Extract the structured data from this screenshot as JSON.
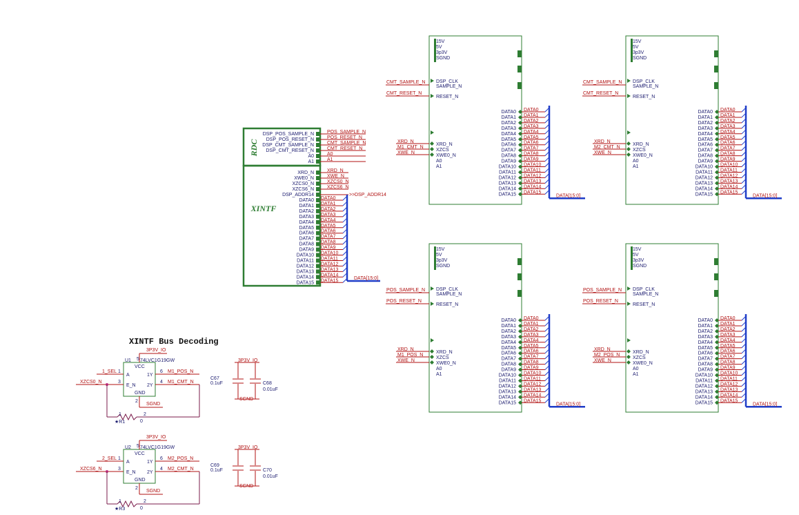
{
  "colors": {
    "wire": "#b01010",
    "bus": "#1e3cc8",
    "component": "#2e7d32",
    "text": "#1a1a6e"
  },
  "module_power_pins": [
    "15V",
    "5V",
    "3p3V",
    "SGND"
  ],
  "module_ctrl_pins": [
    "DSP_CLK",
    "SAMPLE_N",
    "RESET_N"
  ],
  "module_bus_pins": [
    "XRD_N",
    "XZCS",
    "XWE0_N",
    "A0",
    "A1"
  ],
  "data_pins": [
    "DATA0",
    "DATA1",
    "DATA2",
    "DATA3",
    "DATA4",
    "DATA5",
    "DATA6",
    "DATA7",
    "DATA8",
    "DATA9",
    "DATA10",
    "DATA11",
    "DATA12",
    "DATA13",
    "DATA14",
    "DATA15"
  ],
  "bus_label": "DATA[15:0]",
  "modules": [
    {
      "sample": "CMT_SAMPLE_N",
      "reset": "CMT_RESET_N",
      "xrd": "XRD_N",
      "cs": "M1_CMT_N",
      "xwe": "XWE_N"
    },
    {
      "sample": "CMT_SAMPLE_N",
      "reset": "CMT_RESET_N",
      "xrd": "XRD_N",
      "cs": "M2_CMT_N",
      "xwe": "XWE_N"
    },
    {
      "sample": "POS_SAMPLE_N",
      "reset": "POS_RESET_N",
      "xrd": "XRD_N",
      "cs": "M1_POS_N",
      "xwe": "XWE_N"
    },
    {
      "sample": "POS_SAMPLE_N",
      "reset": "POS_RESET_N",
      "xrd": "XRD_N",
      "cs": "M2_POS_N",
      "xwe": "XWE_N"
    }
  ],
  "dsp": {
    "rdc_label": "RDC",
    "xintf_label": "XINTF",
    "rdc_pins": [
      "DSP_POS_SAMPLE_N",
      "DSP_POS_RESET_N",
      "DSP_CMT_SAMPLE_N",
      "DSP_CMT_RESET_N",
      "A0",
      "A1"
    ],
    "rdc_nets": [
      "POS_SAMPLE_N",
      "POS_RESET_N",
      "CMT_SAMPLE_N",
      "CMT_RESET_N",
      "A0",
      "A1"
    ],
    "xintf_pins": [
      "XRD_N",
      "XWE0_N",
      "XZCS0_N",
      "XZCS6_N",
      "DSP_ADDR14"
    ],
    "xintf_nets": [
      "XRD_N",
      "XWE_N",
      "XZCS0_N",
      "XZCS6_N",
      ""
    ],
    "addr14_net": "DSP_ADDR14"
  },
  "decoding": {
    "title": "XINTF Bus Decoding",
    "circuits": [
      {
        "u": "U1",
        "part": "74LVC1G19GW",
        "sel": "1_SEL",
        "cs": "XZCS0_N",
        "y1": "M1_POS_N",
        "y2": "M1_CMT_N",
        "r": "R1",
        "r_val": "0",
        "ca": "C67",
        "cb": "C68",
        "ca_val": "0.1uF",
        "cb_val": "0.01uF"
      },
      {
        "u": "U2",
        "part": "74LVC1G19GW",
        "sel": "2_SEL",
        "cs": "XZCS6_N",
        "y1": "M2_POS_N",
        "y2": "M2_CMT_N",
        "r": "R3",
        "r_val": "0",
        "ca": "C69",
        "cb": "C70",
        "ca_val": "0.1uF",
        "cb_val": "0.01uF"
      }
    ],
    "power": "3P3V_IO",
    "gnd": "SGND",
    "ic_pins": {
      "vcc": "VCC",
      "a": "A",
      "en": "E_N",
      "gnd": "GND",
      "y1": "1Y",
      "y2": "2Y"
    }
  }
}
